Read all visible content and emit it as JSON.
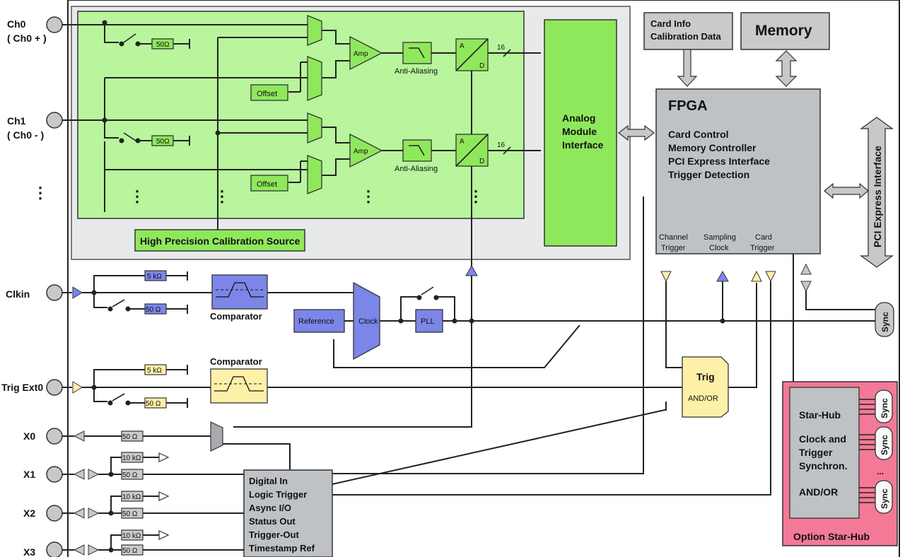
{
  "ports": {
    "ch0": "Ch0",
    "ch0_sub": "( Ch0 + )",
    "ch1": "Ch1",
    "ch1_sub": "( Ch0 - )",
    "more": "⋮",
    "clkin": "Clkin",
    "trigext0": "Trig Ext0",
    "x0": "X0",
    "x1": "X1",
    "x2": "X2",
    "x3": "X3"
  },
  "analog": {
    "r50": "50Ω",
    "offset": "Offset",
    "amp": "Amp",
    "antialias": "Anti-Aliasing",
    "adc_a": "A",
    "adc_d": "D",
    "bits": "16",
    "calibration": "High Precision Calibration Source",
    "ami": [
      "Analog",
      "Module",
      "Interface"
    ]
  },
  "clock": {
    "r5k": "5 kΩ",
    "r50": "50 Ω",
    "comparator": "Comparator",
    "reference": "Reference",
    "clock": "Clock",
    "pll": "PLL"
  },
  "trigger": {
    "r5k": "5 kΩ",
    "r50": "50 Ω",
    "comparator": "Comparator",
    "trig": "Trig",
    "andor": "AND/OR"
  },
  "io": {
    "r50": "50 Ω",
    "r10k": "10 kΩ",
    "digital_lines": [
      "Digital In",
      "Logic Trigger",
      "Async I/O",
      "Status Out",
      "Trigger-Out",
      "Timestamp Ref"
    ]
  },
  "fpga": {
    "title": "FPGA",
    "lines": [
      "Card Control",
      "Memory Controller",
      "PCI Express Interface",
      "Trigger Detection"
    ],
    "channel_trigger": [
      "Channel",
      "Trigger"
    ],
    "sampling_clock": [
      "Sampling",
      "Clock"
    ],
    "card_trigger": [
      "Card",
      "Trigger"
    ]
  },
  "cardinfo": [
    "Card Info",
    "Calibration Data"
  ],
  "memory": "Memory",
  "pcie": "PCI Express Interface",
  "sync": "Sync",
  "starhub": {
    "lines": [
      "Star-Hub",
      "Clock and",
      "Trigger",
      "Synchron.",
      "...",
      "AND/OR"
    ],
    "option": "Option Star-Hub"
  },
  "colors": {
    "analog_area": "#b9f59c",
    "analog_block": "#8fe85c",
    "calib_area": "#e8e9ea",
    "clock_blue": "#7b86e8",
    "trigger_yellow": "#fff0a8",
    "fpga_gray": "#bfc2c5",
    "starhub_pink": "#f27a96"
  }
}
